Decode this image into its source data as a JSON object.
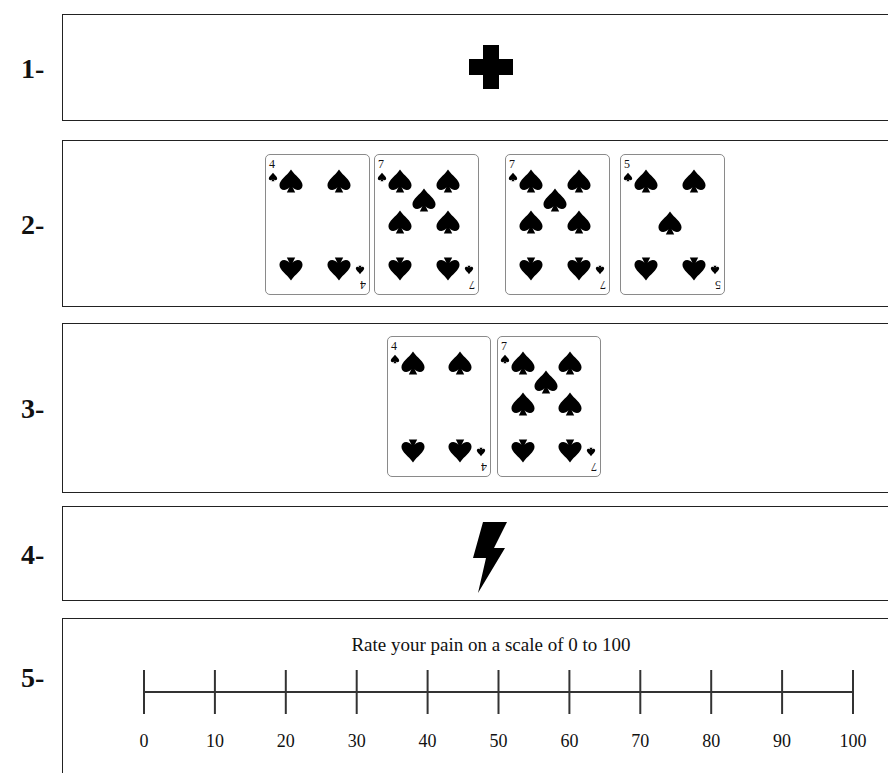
{
  "diagram": {
    "nodes": [
      {
        "text": [
          "1-"
        ]
      },
      {
        "text": [
          "2-"
        ]
      },
      {
        "text": [
          "4",
          "4"
        ],
        "in": 1
      },
      {
        "text": [
          "7",
          "7"
        ],
        "in": 1
      },
      {
        "text": [
          "7",
          "7"
        ],
        "in": 1
      },
      {
        "text": [
          "5",
          "5"
        ],
        "in": 1
      },
      {
        "text": [
          "3-"
        ]
      },
      {
        "text": [
          "4",
          "4"
        ],
        "in": 6
      },
      {
        "text": [
          "7",
          "7"
        ],
        "in": 6
      },
      {
        "text": [
          "4-"
        ]
      },
      {
        "text": [
          "5-",
          "Rate your pain on a scale of 0 to 100"
        ]
      }
    ],
    "labels": [
      "0",
      "10",
      "20",
      "30",
      "40",
      "50",
      "60",
      "70",
      "80",
      "90",
      "100"
    ]
  }
}
